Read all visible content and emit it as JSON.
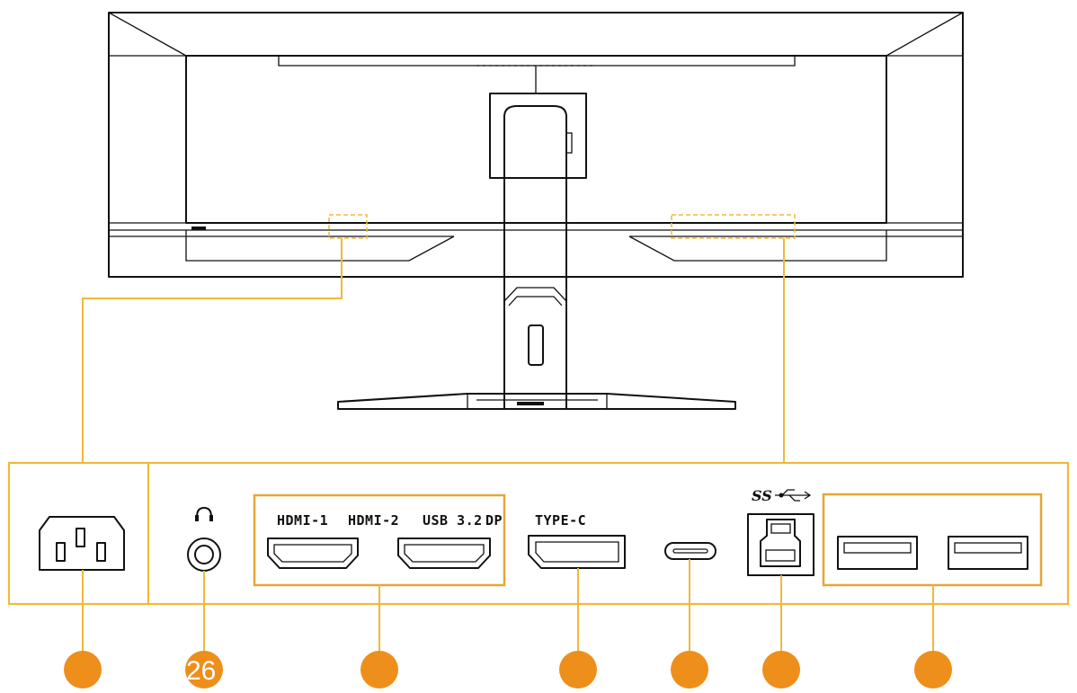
{
  "labels": {
    "hdmi1": "HDMI-1",
    "hdmi2": "HDMI-2",
    "usb": "USB 3.2",
    "dp": "DP",
    "typec": "TYPE-C",
    "ss_logo": "SS"
  },
  "callouts": [
    "",
    "26",
    "",
    "",
    "",
    "",
    ""
  ],
  "colors": {
    "callout_line": "#f0b93a",
    "callout_dot": "#ee8f1b",
    "outline": "#111111"
  }
}
